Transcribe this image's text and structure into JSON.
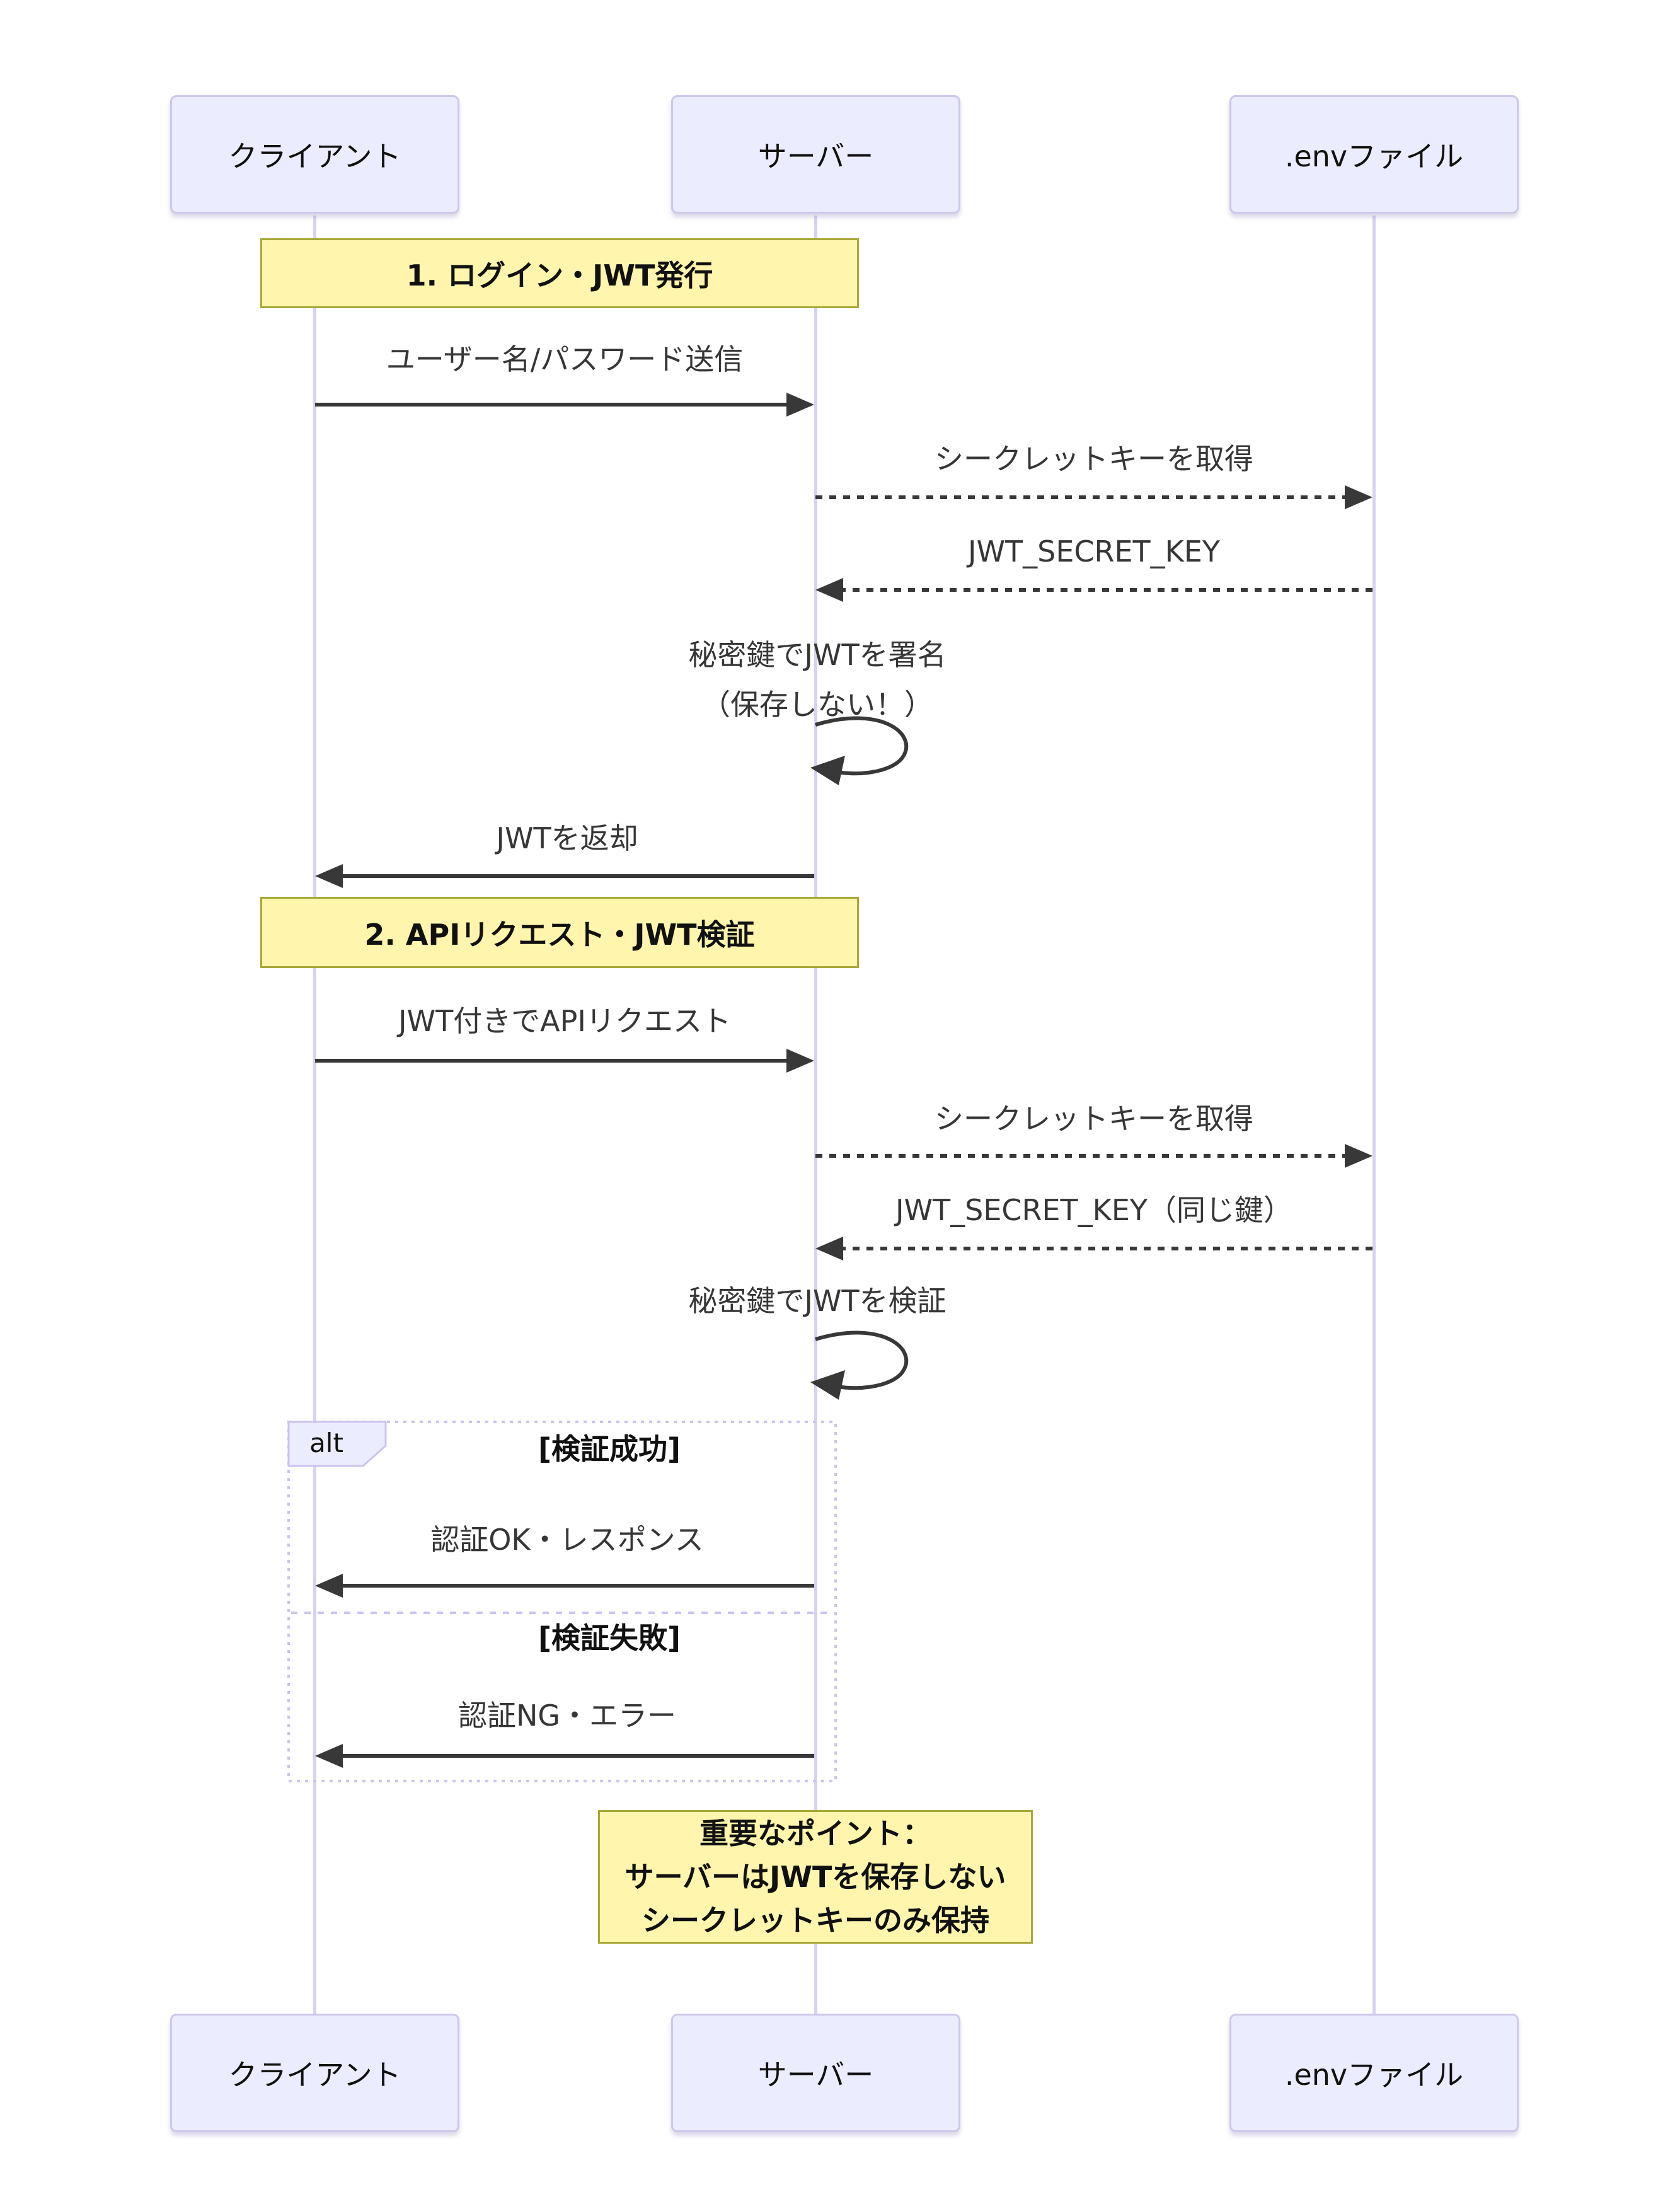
{
  "diagram": {
    "type": "sequence",
    "actors": [
      {
        "id": "client",
        "label": "クライアント"
      },
      {
        "id": "server",
        "label": "サーバー"
      },
      {
        "id": "env",
        "label": ".envファイル"
      }
    ],
    "section_notes": [
      {
        "label": "1. ログイン・JWT発行"
      },
      {
        "label": "2. APIリクエスト・JWT検証"
      }
    ],
    "messages": [
      {
        "label": "ユーザー名/パスワード送信",
        "from": "クライアント",
        "to": "サーバー",
        "style": "solid"
      },
      {
        "label": "シークレットキーを取得",
        "from": "サーバー",
        "to": ".envファイル",
        "style": "dashed"
      },
      {
        "label": "JWT_SECRET_KEY",
        "from": ".envファイル",
        "to": "サーバー",
        "style": "dashed"
      },
      {
        "label": "秘密鍵でJWTを署名\n（保存しない！）",
        "from": "サーバー",
        "to": "サーバー",
        "style": "self"
      },
      {
        "label": "JWTを返却",
        "from": "サーバー",
        "to": "クライアント",
        "style": "solid"
      },
      {
        "label": "JWT付きでAPIリクエスト",
        "from": "クライアント",
        "to": "サーバー",
        "style": "solid"
      },
      {
        "label": "シークレットキーを取得",
        "from": "サーバー",
        "to": ".envファイル",
        "style": "dashed"
      },
      {
        "label": "JWT_SECRET_KEY（同じ鍵）",
        "from": ".envファイル",
        "to": "サーバー",
        "style": "dashed"
      },
      {
        "label": "秘密鍵でJWTを検証",
        "from": "サーバー",
        "to": "サーバー",
        "style": "self"
      },
      {
        "label": "認証OK・レスポンス",
        "from": "サーバー",
        "to": "クライアント",
        "style": "solid"
      },
      {
        "label": "認証NG・エラー",
        "from": "サーバー",
        "to": "クライアント",
        "style": "solid"
      }
    ],
    "alt_block": {
      "keyword": "alt",
      "conditions": [
        {
          "label": "[検証成功]"
        },
        {
          "label": "[検証失敗]"
        }
      ]
    },
    "important_note": {
      "label": "重要なポイント：\nサーバーはJWTを保存しない\nシークレットキーのみ保持"
    },
    "colors": {
      "actor_fill": "#ECECFF",
      "actor_border": "#CDC8EA",
      "note_fill": "#FFF5AD",
      "note_border": "#A8A838",
      "lifeline": "#D8D1F0",
      "frame_border": "#CCC3EE",
      "arrow": "#383838",
      "background": "#FFFFFF"
    }
  }
}
